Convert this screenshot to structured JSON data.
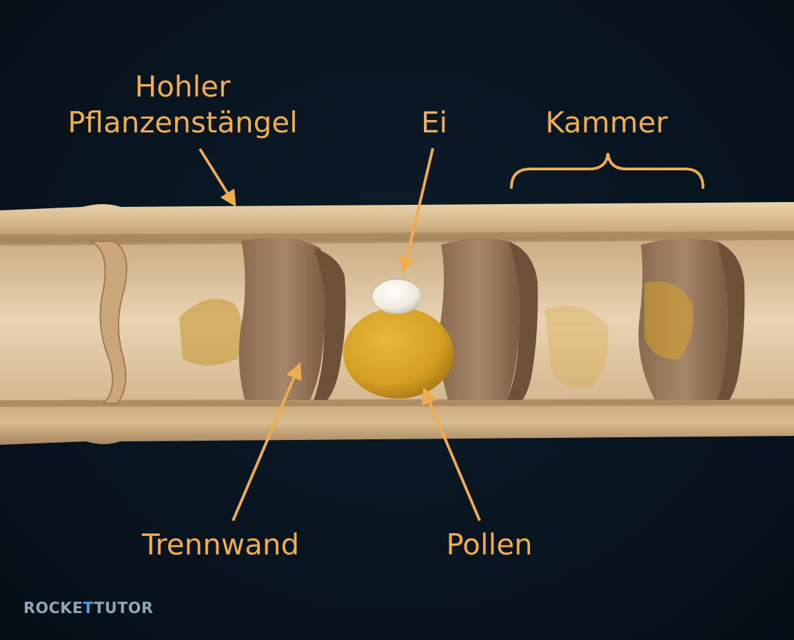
{
  "labels": {
    "stem_line1": "Hohler",
    "stem_line2": "Pflanzenstängel",
    "egg": "Ei",
    "chamber": "Kammer",
    "wall": "Trennwand",
    "pollen": "Pollen"
  },
  "logo": {
    "part_a": "ROCKE",
    "part_b": "T",
    "part_c": "TUTOR"
  },
  "colors": {
    "background": "#08141f",
    "label": "#f0ad50",
    "stem_wood": "#d8b98c",
    "mud_wall": "#9c7b5c",
    "pollen": "#d9a423",
    "egg": "#f2efe9",
    "logo_text": "#8fa6b6",
    "logo_accent": "#4aa3df"
  }
}
